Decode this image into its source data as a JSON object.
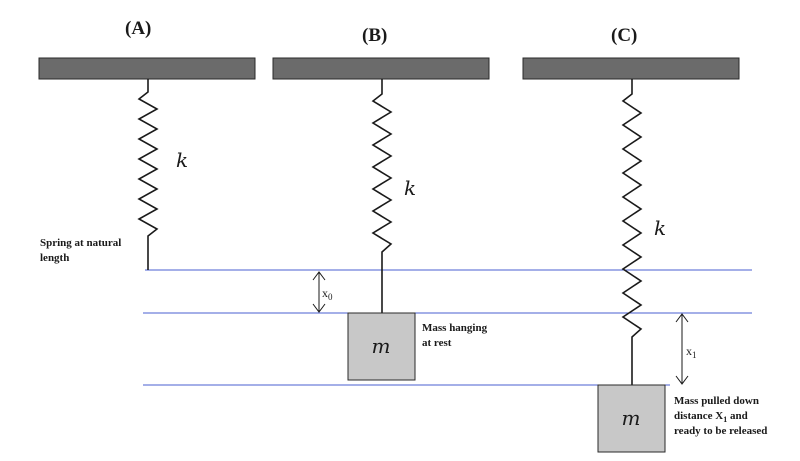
{
  "panels": [
    {
      "label": "(A)",
      "spring_symbol": "k"
    },
    {
      "label": "(B)",
      "spring_symbol": "k",
      "mass_symbol": "m"
    },
    {
      "label": "(C)",
      "spring_symbol": "k",
      "mass_symbol": "m"
    }
  ],
  "annotations": {
    "natural_length_line1": "Spring at natural",
    "natural_length_line2": "length",
    "rest_line1": "Mass hanging",
    "rest_line2": "at rest",
    "pulled_line1": "Mass pulled down",
    "pulled_line2_prefix": "distance X",
    "pulled_line2_sub": "1",
    "pulled_line2_suffix": " and",
    "pulled_line3": "ready to be released"
  },
  "displacements": {
    "x0_base": "x",
    "x0_sub": "0",
    "x1_base": "x",
    "x1_sub": "1"
  },
  "colors": {
    "ceiling": "#6b6b6b",
    "mass": "#c8c8c8",
    "reference_line": "#4a5fd0",
    "ink": "#1a1a1a"
  }
}
